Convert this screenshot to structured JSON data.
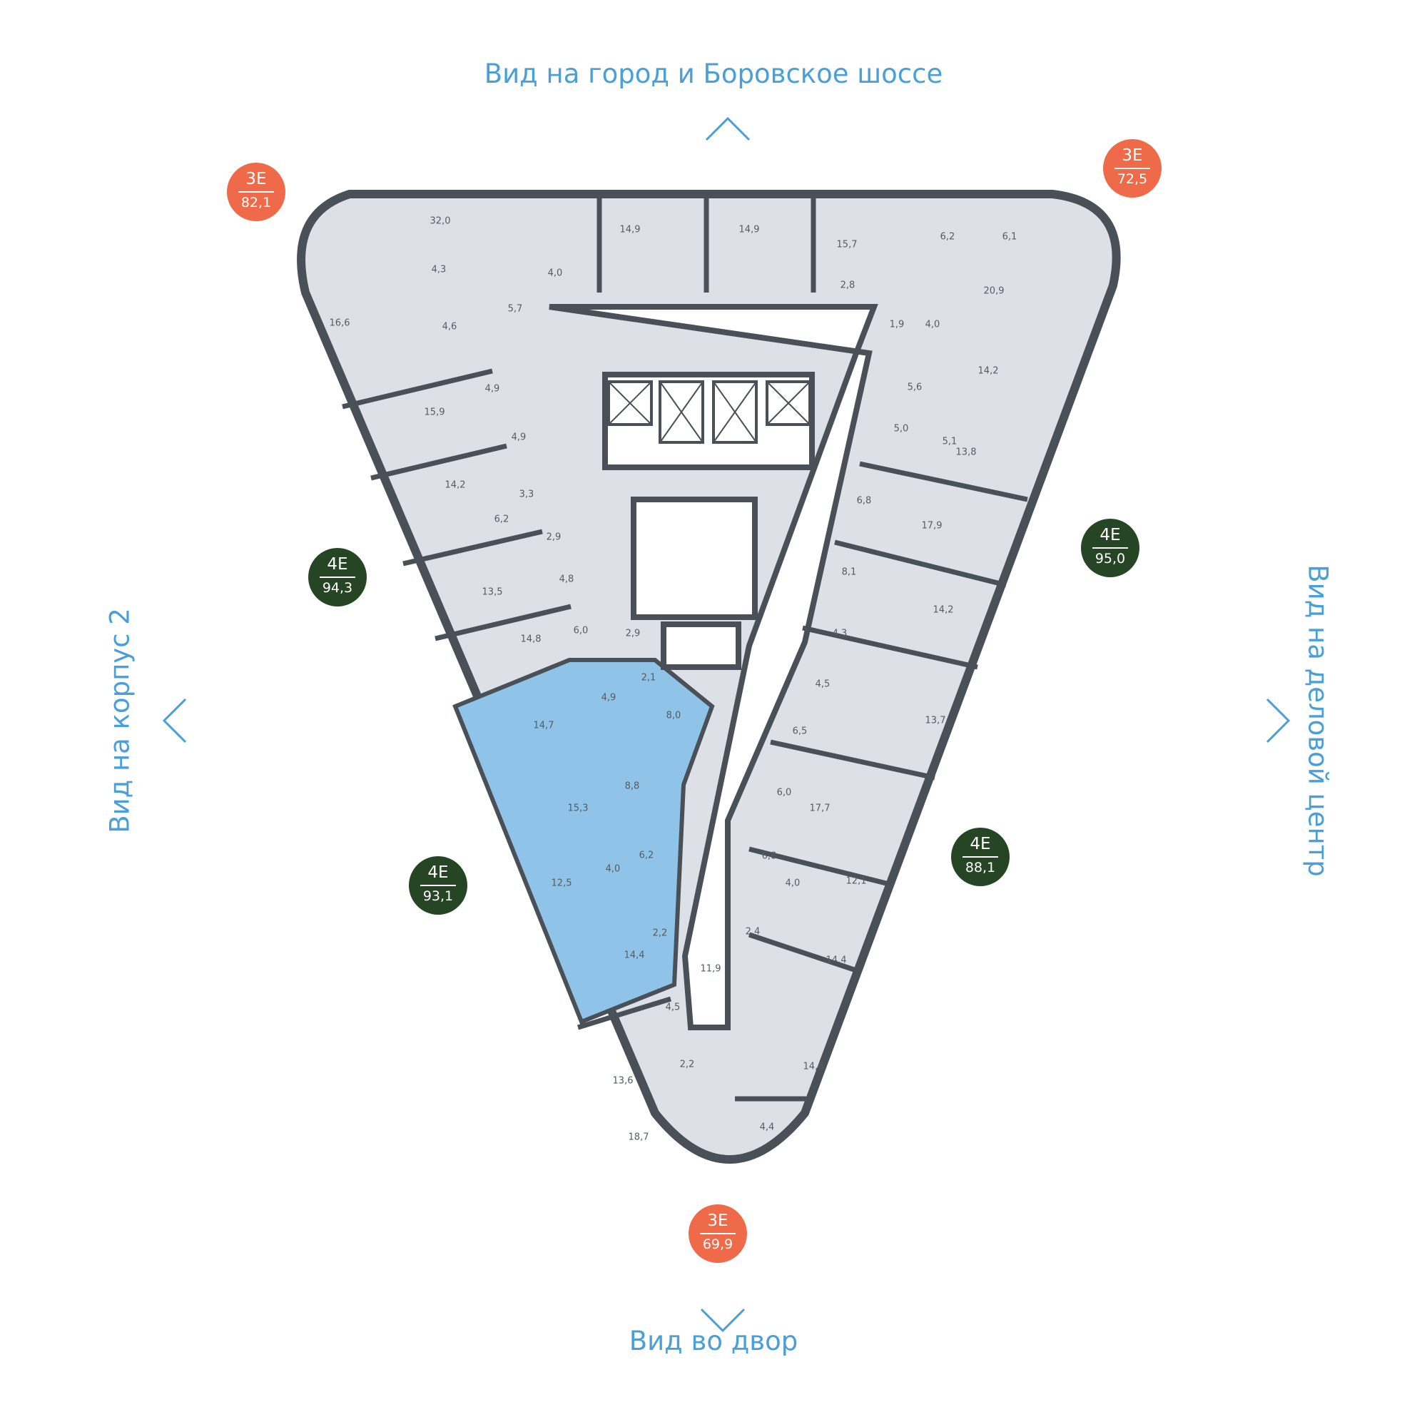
{
  "views": {
    "top": "Вид на город и Боровское шоссе",
    "bottom": "Вид во двор",
    "left": "Вид на корпус 2",
    "right": "Вид на деловой центр"
  },
  "colors": {
    "accent_blue": "#4a9fd8",
    "badge_3e": "#ef6a49",
    "badge_4e": "#254524",
    "floor_fill": "#dde1e7",
    "selected_fill": "#8fc3e7",
    "wall": "#4a5057"
  },
  "icons": [
    "chevron-up-icon",
    "chevron-down-icon",
    "chevron-left-icon",
    "chevron-right-icon"
  ],
  "apartments": [
    {
      "id": "apt-3e-82",
      "type": "3Е",
      "area": "82,1",
      "rooms": [
        "32,0",
        "4,3",
        "4,0",
        "5,7",
        "16,6",
        "4,6",
        "4,9"
      ]
    },
    {
      "id": "apt-3e-72",
      "type": "3Е",
      "area": "72,5",
      "rooms": [
        "15,7",
        "6,2",
        "6,1",
        "2,8",
        "20,9",
        "1,9",
        "4,0",
        "14,2",
        "5,6"
      ]
    },
    {
      "id": "apt-4e-94",
      "type": "4Е",
      "area": "94,3",
      "rooms": [
        "15,9",
        "4,9",
        "14,2",
        "3,3",
        "6,2",
        "2,9",
        "13,5",
        "4,8",
        "14,8",
        "6,0",
        "2,9"
      ]
    },
    {
      "id": "apt-4e-95",
      "type": "4Е",
      "area": "95,0",
      "rooms": [
        "5,0",
        "5,1",
        "13,8",
        "6,8",
        "17,9",
        "8,1",
        "14,2",
        "4,3"
      ]
    },
    {
      "id": "apt-4e-93",
      "type": "4Е",
      "area": "93,1",
      "selected": true,
      "rooms": [
        "14,7",
        "4,9",
        "2,1",
        "8,0",
        "8,8",
        "15,3",
        "6,2",
        "4,0",
        "12,5",
        "2,2",
        "14,4"
      ]
    },
    {
      "id": "apt-4e-88",
      "type": "4Е",
      "area": "88,1",
      "rooms": [
        "4,5",
        "6,5",
        "13,7",
        "6,0",
        "17,7",
        "6,8",
        "4,0",
        "12,1",
        "2,4",
        "14,4"
      ]
    },
    {
      "id": "apt-3e-69",
      "type": "3Е",
      "area": "69,9",
      "rooms": [
        "11,9",
        "4,5",
        "2,2",
        "13,6",
        "18,7",
        "14,6",
        "4,4"
      ]
    }
  ],
  "core_rooms": [
    "14,9",
    "14,9"
  ]
}
